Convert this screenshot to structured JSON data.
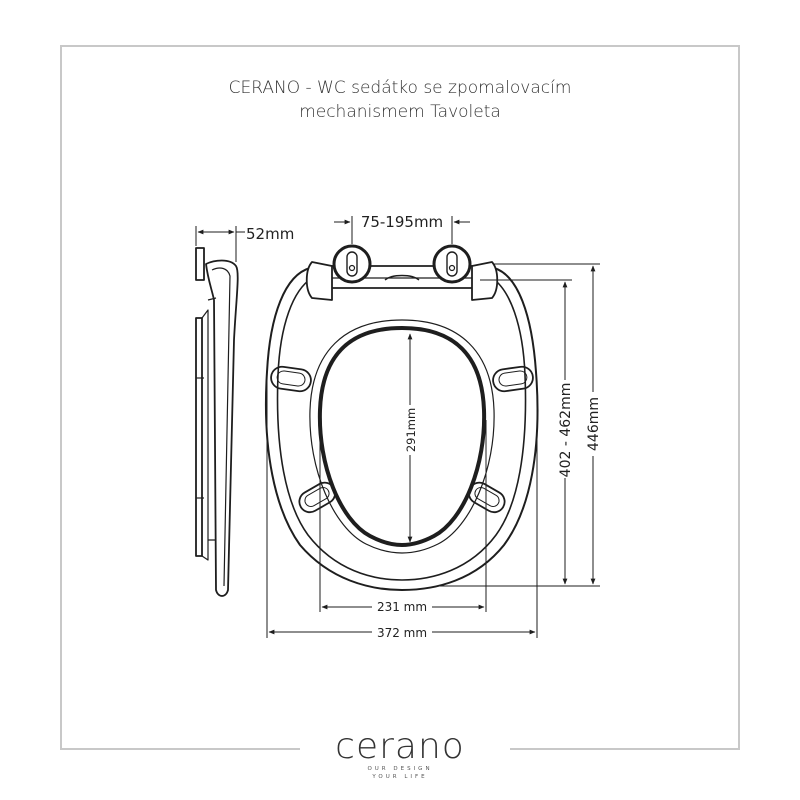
{
  "title": {
    "line1": "CERANO - WC sedátko se zpomalovacím",
    "line2": "mechanismem Tavoleta"
  },
  "dimensions": {
    "depth_side": "52mm",
    "hinge_spacing": "75-195mm",
    "inner_length": "291mm",
    "inner_width": "231 mm",
    "outer_width": "372 mm",
    "fixing_range": "402 - 462mm",
    "outer_length": "446mm"
  },
  "brand": {
    "logo": "cerano",
    "tagline1": "OUR DESIGN",
    "tagline2": "YOUR LIFE"
  },
  "colors": {
    "line": "#1e1e1e",
    "frame": "#c8c8c8"
  }
}
